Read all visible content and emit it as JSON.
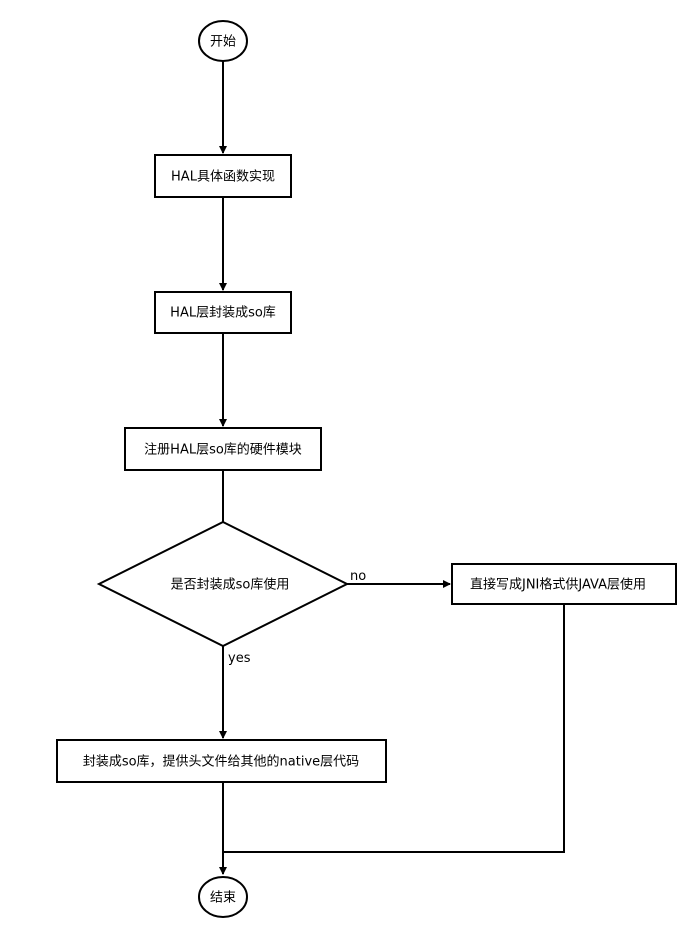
{
  "flowchart": {
    "nodes": {
      "start": "开始",
      "hal_impl": "HAL具体函数实现",
      "hal_wrap": "HAL层封装成so库",
      "register": "注册HAL层so库的硬件模块",
      "decision": "是否封装成so库使用",
      "jni": "直接写成JNI格式供JAVA层使用",
      "wrap_so": "封装成so库，提供头文件给其他的native层代码",
      "end": "结束"
    },
    "edges": {
      "no_label": "no",
      "yes_label": "yes"
    }
  }
}
